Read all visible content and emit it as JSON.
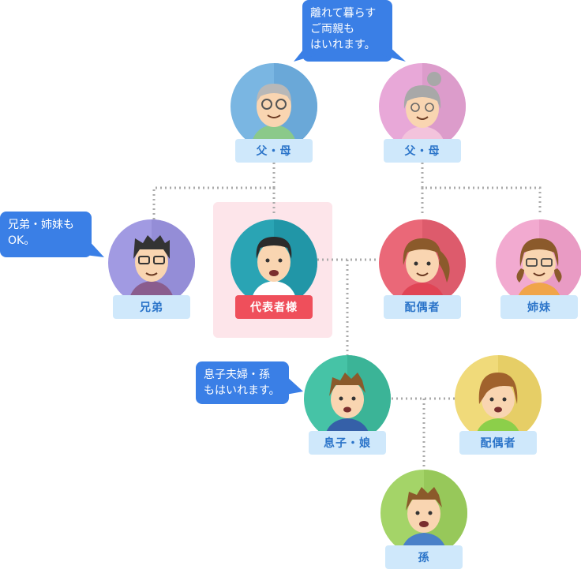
{
  "nodes": {
    "father": {
      "label": "父・母"
    },
    "mother": {
      "label": "父・母"
    },
    "brother": {
      "label": "兄弟"
    },
    "representative": {
      "label": "代表者様"
    },
    "spouse": {
      "label": "配偶者"
    },
    "sister": {
      "label": "姉妹"
    },
    "child": {
      "label": "息子・娘"
    },
    "child_spouse": {
      "label": "配偶者"
    },
    "grandchild": {
      "label": "孫"
    }
  },
  "bubbles": {
    "parents": "離れて暮らす\nご両親も\nはいれます。",
    "siblings": "兄弟・姉妹も\nOK。",
    "children": "息子夫婦・孫\nもはいれます。"
  },
  "colors": {
    "label_bg": "#cfe8fb",
    "label_text": "#2b74c9",
    "representative_bg": "#ef4f5b",
    "bubble": "#3a7fe6",
    "highlight": "#fde5ea",
    "connector": "#aaaaaa"
  }
}
